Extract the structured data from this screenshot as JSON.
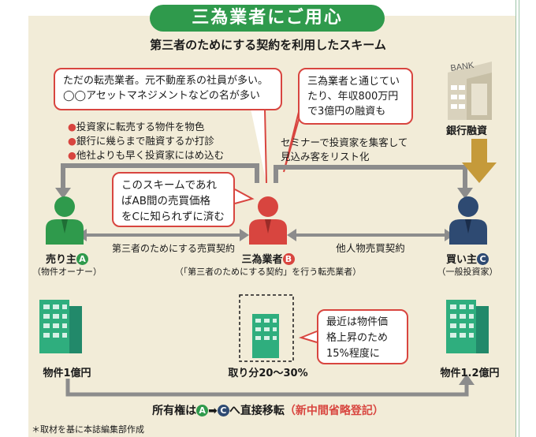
{
  "title": "三為業者にご用心",
  "subtitle": "第三者のためにする契約を利用したスキーム",
  "bubble_broker": [
    "ただの転売業者。元不動産系の社員が多い。",
    "◯◯アセットマネジメントなどの名が多い"
  ],
  "bubble_bank": [
    "三為業者と通じてい",
    "たり、年収800万円",
    "で3億円の融資も"
  ],
  "bubble_scheme": [
    "このスキームであれ",
    "ばAB間の売買価格",
    "をCに知られずに済む"
  ],
  "bubble_price": [
    "最近は物件価",
    "格上昇のため",
    "15%程度に"
  ],
  "bullets": [
    "投資家に転売する物件を物色",
    "銀行に幾らまで融資するか打診",
    "他社よりも早く投資家にはめ込む"
  ],
  "seminar_text": [
    "セミナーで投資家を集客して",
    "見込み客をリスト化"
  ],
  "bank_sign": "BANK",
  "bank_label": "銀行融資",
  "seller": {
    "label": "売り主",
    "letter": "A",
    "sub": "（物件オーナー）",
    "price": "物件1億円"
  },
  "broker": {
    "label": "三為業者",
    "letter": "B",
    "sub": "（「第三者のためにする契約」を行う転売業者）",
    "share": "取り分20〜30%"
  },
  "buyer": {
    "label": "買い主",
    "letter": "C",
    "sub": "（一般投資家）",
    "price": "物件1.2億円"
  },
  "contract_ab": "第三者のためにする売買契約",
  "contract_bc": "他人物売買契約",
  "ownership": {
    "prefix": "所有権は",
    "from": "A",
    "to": "C",
    "middle": "へ直接移転",
    "highlight": "（新中間省略登記）"
  },
  "footnote": "＊取材を基に本誌編集部作成",
  "colors": {
    "green": "#2f9a4c",
    "red": "#d8453f",
    "navy": "#2e4a72",
    "arrow": "#8c8c8c",
    "bank_arrow": "#c59a3a"
  }
}
